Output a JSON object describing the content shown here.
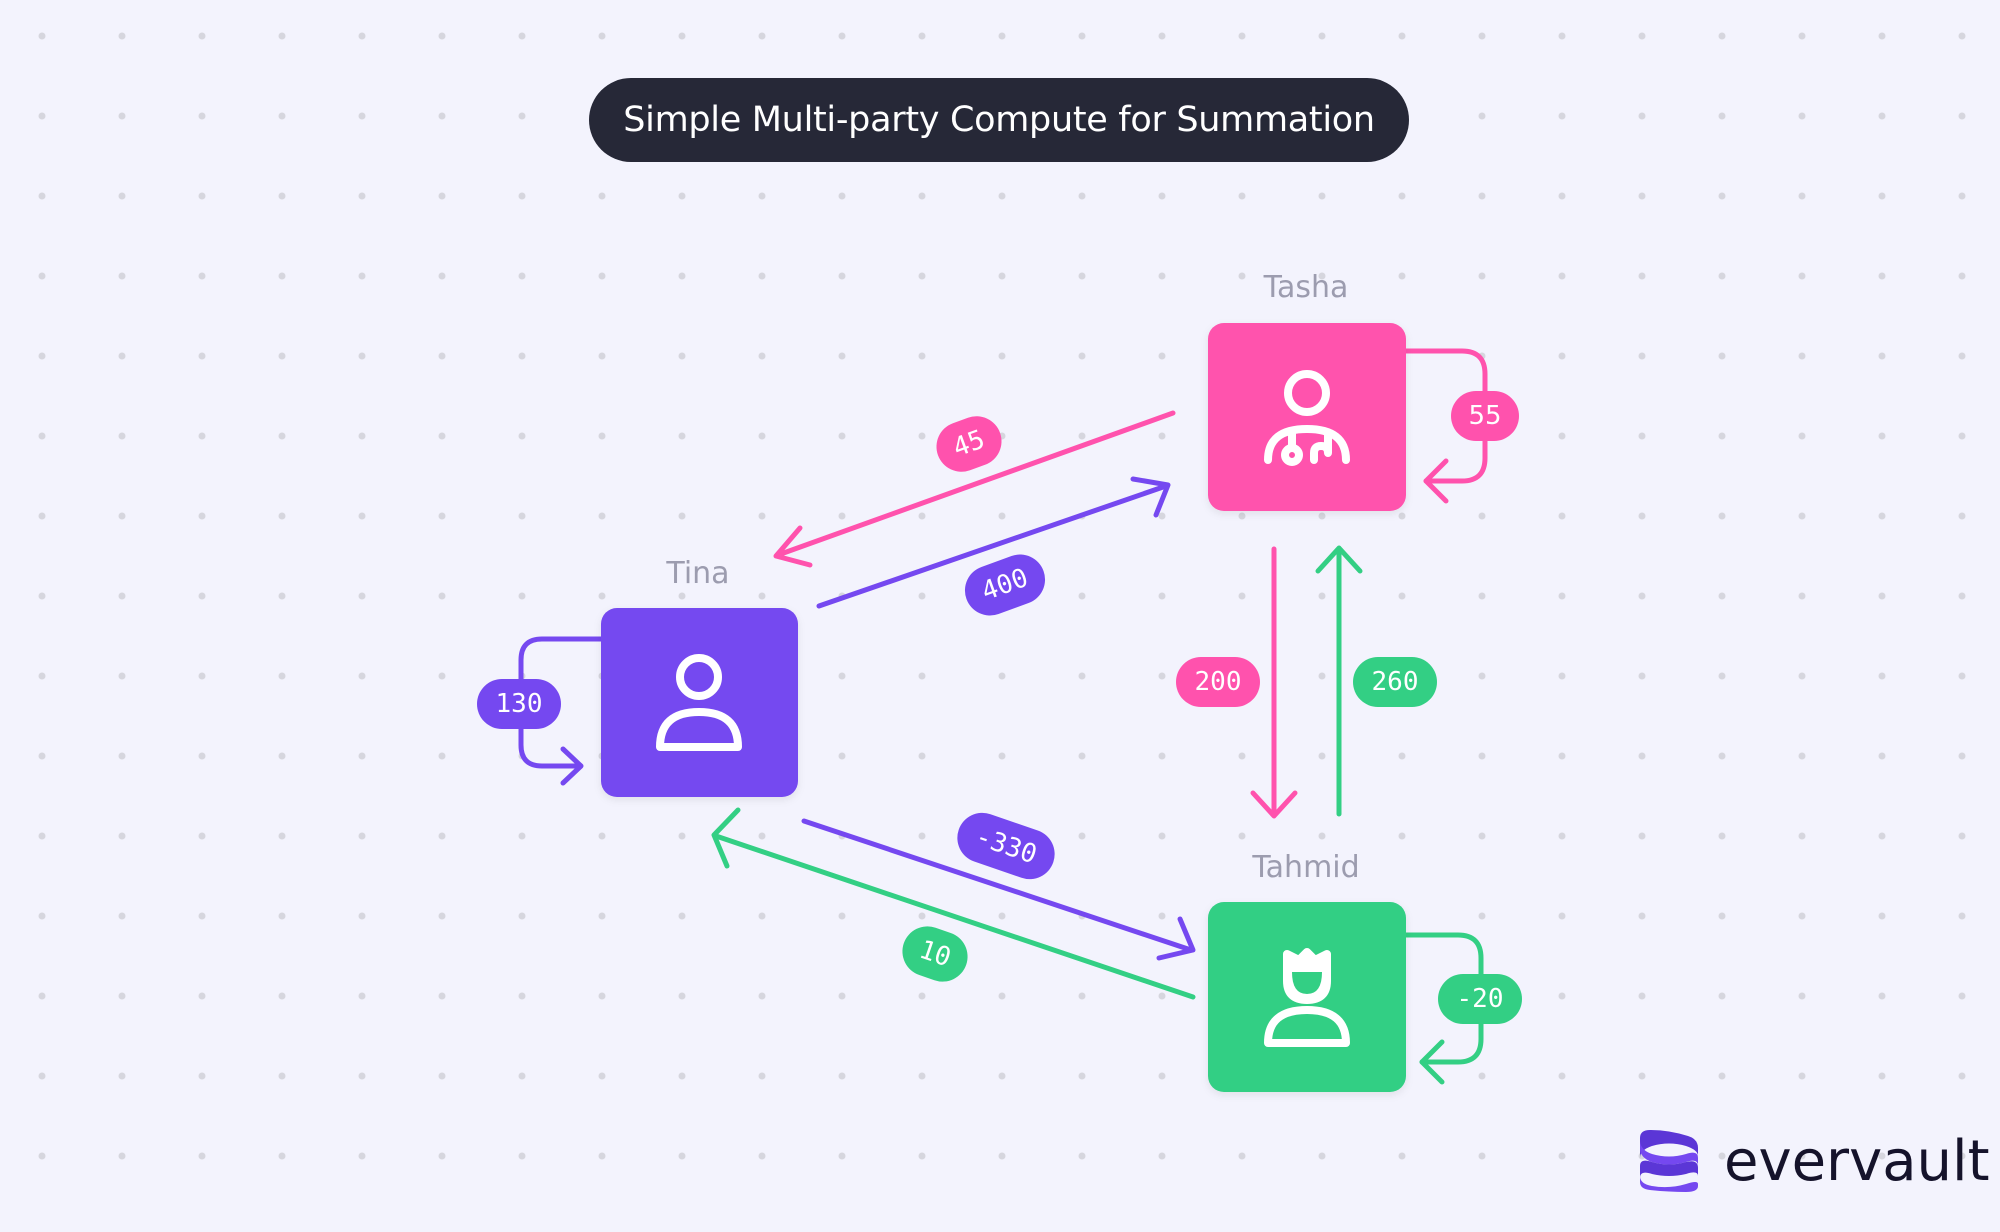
{
  "title": "Simple Multi-party Compute for Summation",
  "colors": {
    "pink": "#ff52ad",
    "purple": "#7548f0",
    "green": "#33cf84",
    "background": "#f3f3fd",
    "title_bg": "#262837"
  },
  "parties": [
    {
      "name": "Tina",
      "icon": "user-icon",
      "color": "#7548f0",
      "self_value": "130"
    },
    {
      "name": "Tasha",
      "icon": "doctor-icon",
      "color": "#ff52ad",
      "self_value": "55"
    },
    {
      "name": "Tahmid",
      "icon": "king-icon",
      "color": "#33cf84",
      "self_value": "-20"
    }
  ],
  "transfers": [
    {
      "from": "Tasha",
      "to": "Tina",
      "value": "45"
    },
    {
      "from": "Tina",
      "to": "Tasha",
      "value": "400"
    },
    {
      "from": "Tasha",
      "to": "Tahmid",
      "value": "200"
    },
    {
      "from": "Tahmid",
      "to": "Tasha",
      "value": "260"
    },
    {
      "from": "Tina",
      "to": "Tahmid",
      "value": "-330"
    },
    {
      "from": "Tahmid",
      "to": "Tina",
      "value": "10"
    }
  ],
  "logo": {
    "text": "evervault"
  }
}
